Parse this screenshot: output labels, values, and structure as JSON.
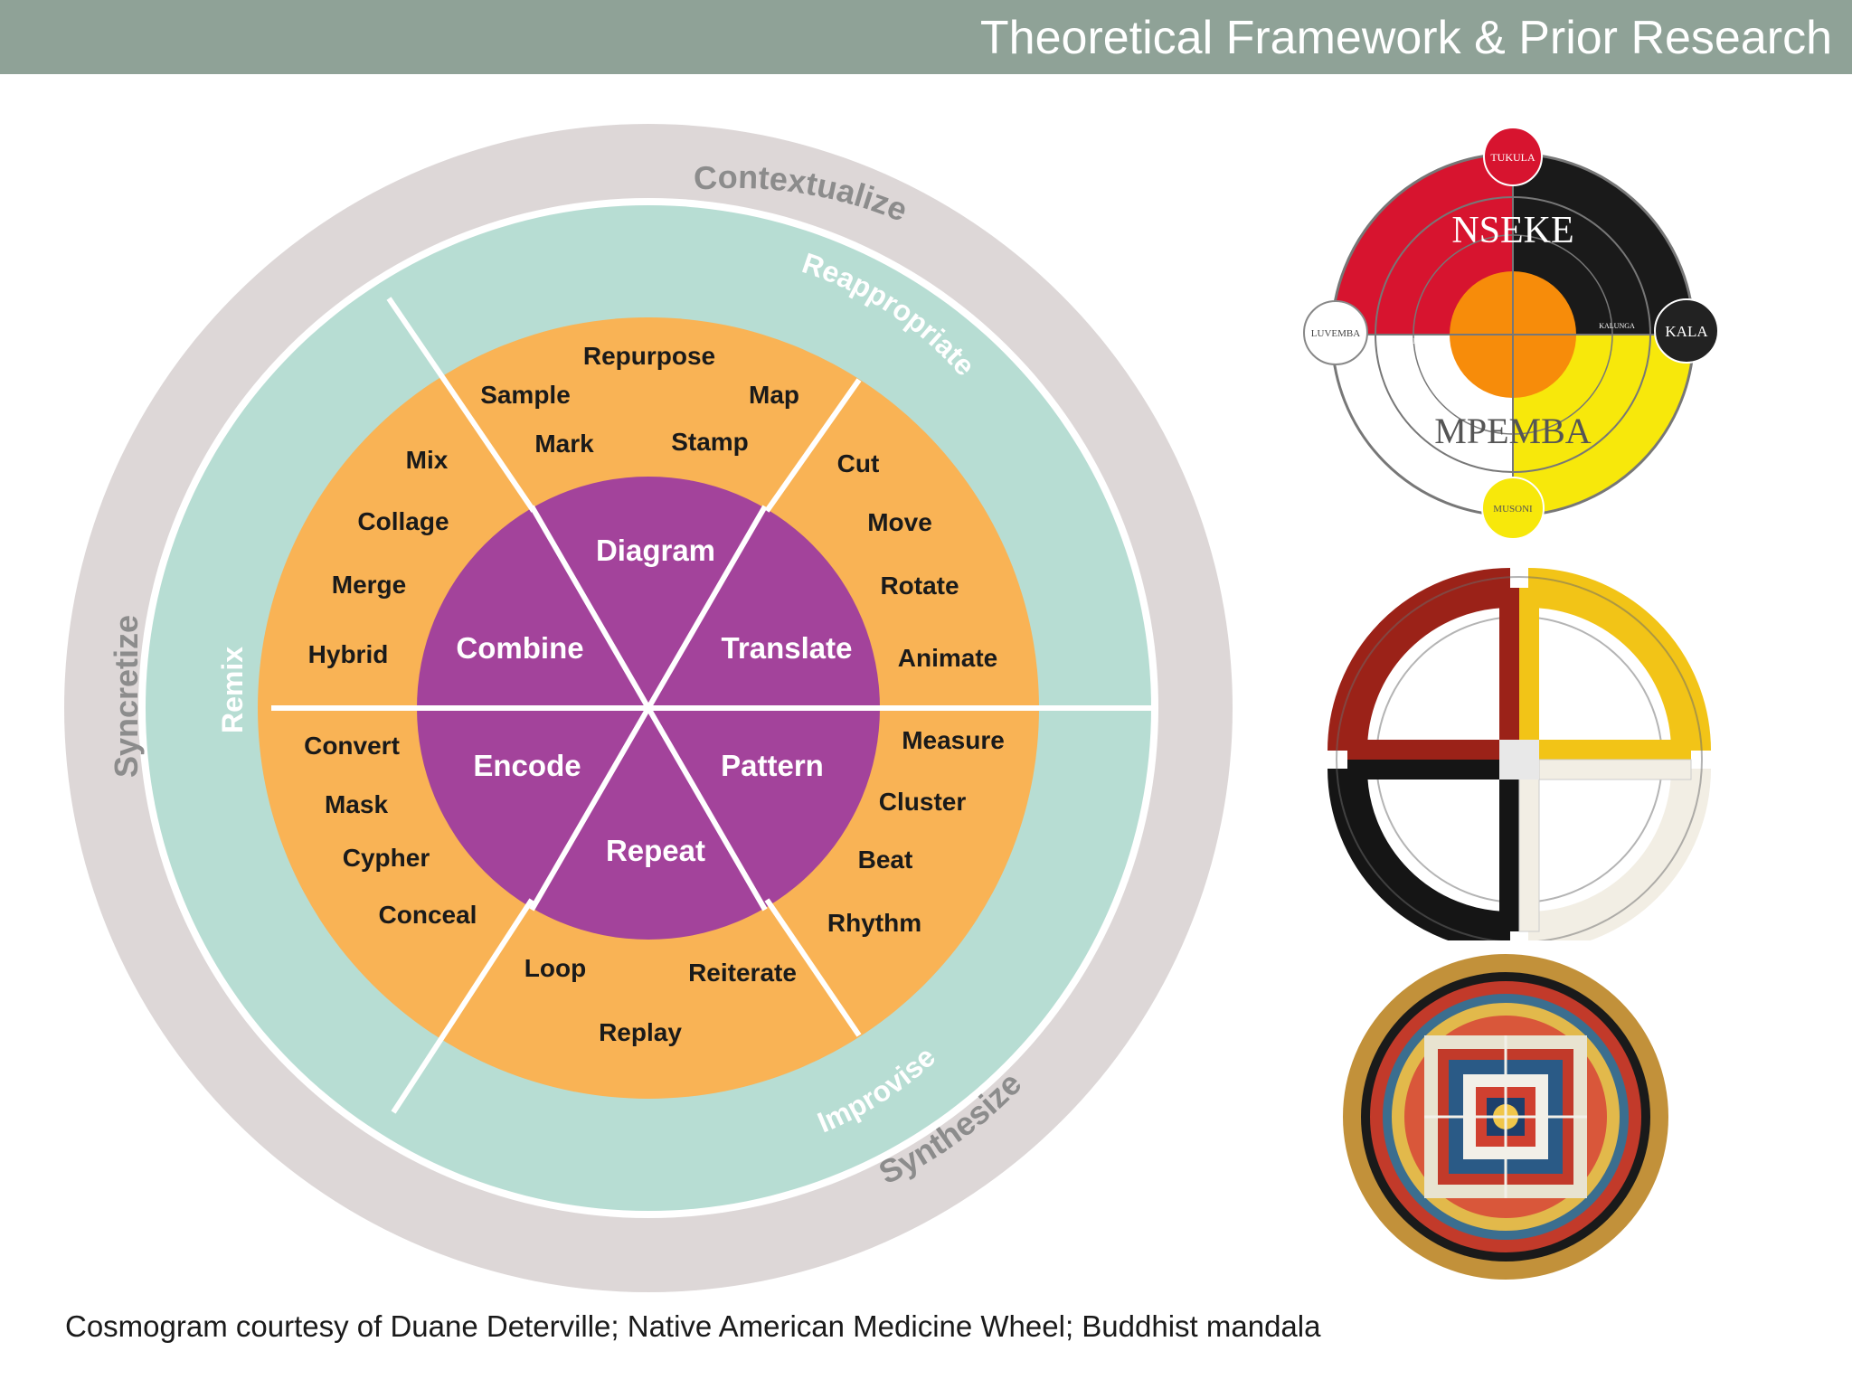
{
  "header": {
    "title": "Theoretical Framework & Prior Research"
  },
  "wheel": {
    "outer_ring": {
      "top": "Contextualize",
      "left": "Syncretize",
      "bottom": "Synthesize"
    },
    "middle_ring": {
      "top": "Reappropriate",
      "left": "Remix",
      "bottom": "Improvise"
    },
    "core": [
      "Diagram",
      "Translate",
      "Pattern",
      "Repeat",
      "Encode",
      "Combine"
    ],
    "verbs": {
      "top": [
        "Repurpose",
        "Sample",
        "Map",
        "Mark",
        "Stamp"
      ],
      "upper_right": [
        "Cut",
        "Move",
        "Rotate",
        "Animate"
      ],
      "lower_right": [
        "Measure",
        "Cluster",
        "Beat",
        "Rhythm"
      ],
      "bottom": [
        "Loop",
        "Reiterate",
        "Replay"
      ],
      "lower_left": [
        "Convert",
        "Mask",
        "Cypher",
        "Conceal"
      ],
      "upper_left": [
        "Mix",
        "Collage",
        "Merge",
        "Hybrid"
      ]
    },
    "colors": {
      "outer": "#ddd7d7",
      "middle": "#b7ddd3",
      "verbs": "#f9b355",
      "core": "#a3439b",
      "outer_text": "#8c8c8c"
    }
  },
  "cosmogram": {
    "title": "NSEKE",
    "subtitle": "MPEMBA",
    "nodes": {
      "top": "TUKULA",
      "right": "KALA",
      "left": "LUVEMBA",
      "bottom": "MUSONI"
    },
    "small_labels": {
      "left": "KALUNGA",
      "right": "KALUNGA"
    }
  },
  "caption": "Cosmogram courtesy of Duane Deterville; Native American Medicine Wheel; Buddhist mandala"
}
